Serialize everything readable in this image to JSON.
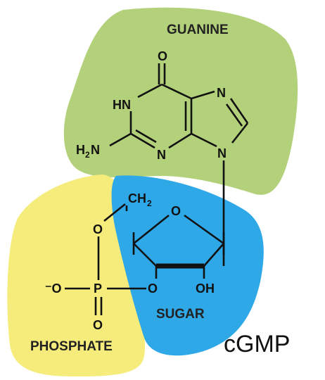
{
  "title": "cGMP",
  "regions": {
    "guanine": {
      "label": "GUANINE",
      "color": "#b3d17b"
    },
    "sugar": {
      "label": "SUGAR",
      "color": "#2fa8e8"
    },
    "phosphate": {
      "label": "PHOSPHATE",
      "color": "#f5ec7c"
    }
  },
  "atoms": {
    "carbonyl_o": "O",
    "nh": "HN",
    "h2n_h": "H",
    "h2n_sub": "2",
    "h2n_n": "N",
    "ring_n_bottom": "N",
    "imid_n_top": "N",
    "imid_n_bottom": "N",
    "ch2_c": "CH",
    "ch2_sub": "2",
    "ring_o": "O",
    "ester_o_top": "O",
    "ester_o_bottom": "O",
    "oh": "OH",
    "neg_o": "⁻O",
    "p": "P",
    "double_o": "O"
  }
}
